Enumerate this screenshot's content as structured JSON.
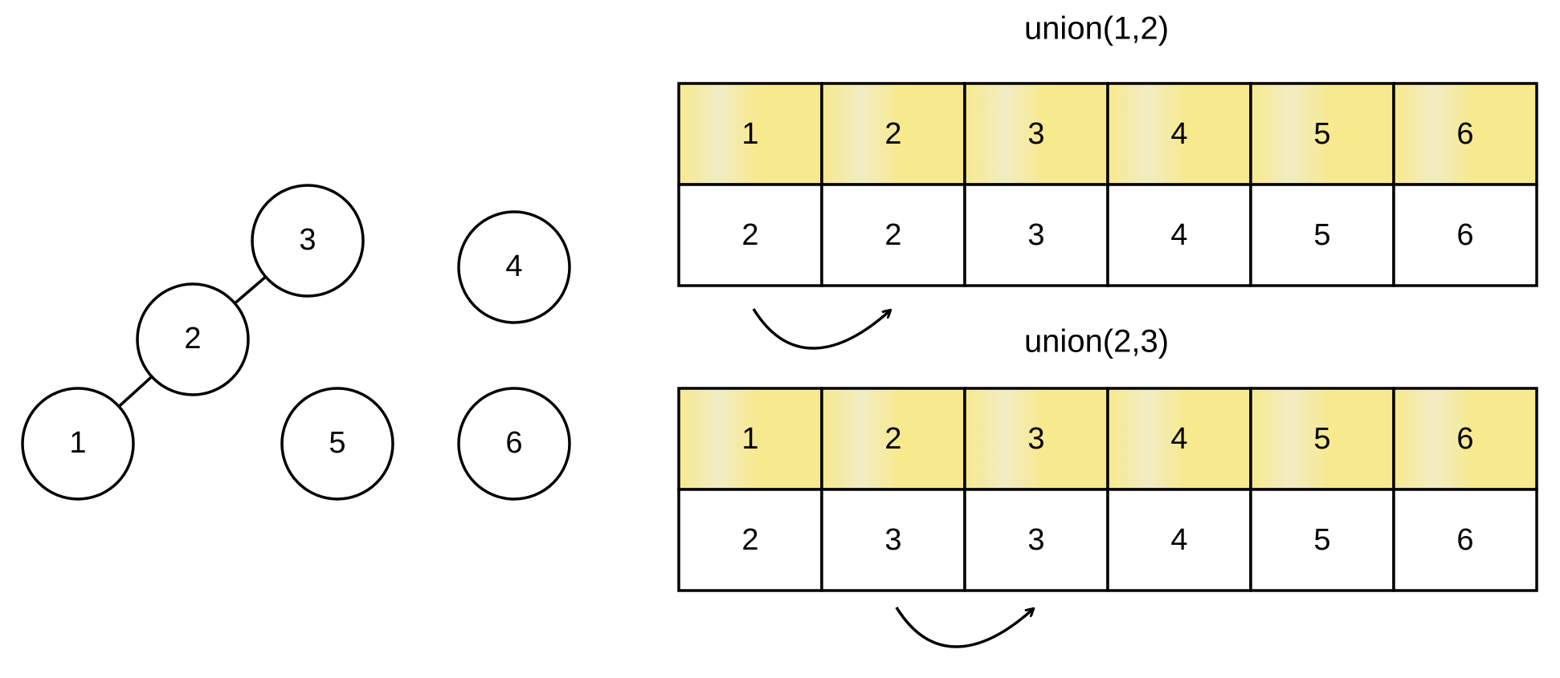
{
  "colors": {
    "cell_fill": "#f7e98e",
    "cell_highlight": "#f2ecc4",
    "stroke": "#000000",
    "background": "#ffffff"
  },
  "tree": {
    "nodes": [
      {
        "id": "1",
        "label": "1"
      },
      {
        "id": "2",
        "label": "2"
      },
      {
        "id": "3",
        "label": "3"
      },
      {
        "id": "4",
        "label": "4"
      },
      {
        "id": "5",
        "label": "5"
      },
      {
        "id": "6",
        "label": "6"
      }
    ],
    "edges": [
      [
        "1",
        "2"
      ],
      [
        "2",
        "3"
      ]
    ]
  },
  "tables": [
    {
      "title": "union(1,2)",
      "index_row": [
        "1",
        "2",
        "3",
        "4",
        "5",
        "6"
      ],
      "parent_row": [
        "2",
        "2",
        "3",
        "4",
        "5",
        "6"
      ],
      "arrow": {
        "from": "1",
        "to": "2"
      }
    },
    {
      "title": "union(2,3)",
      "index_row": [
        "1",
        "2",
        "3",
        "4",
        "5",
        "6"
      ],
      "parent_row": [
        "2",
        "3",
        "3",
        "4",
        "5",
        "6"
      ],
      "arrow": {
        "from": "2",
        "to": "3"
      }
    }
  ]
}
